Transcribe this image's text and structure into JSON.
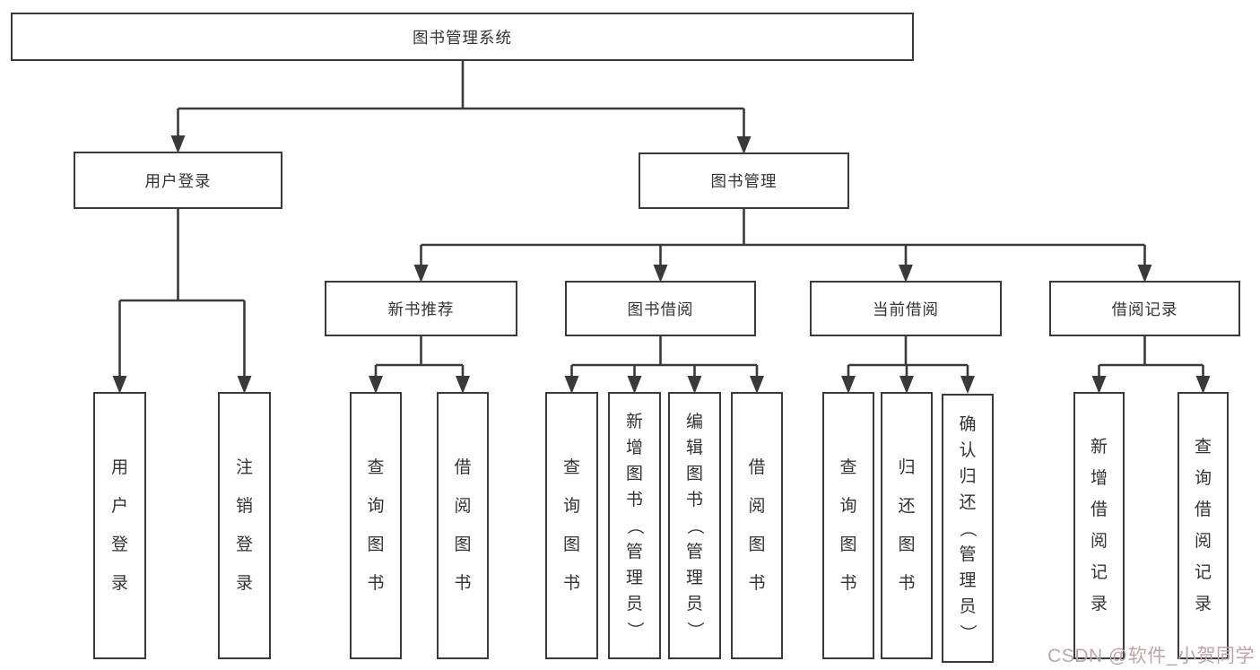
{
  "colors": {
    "line": "#3a3a3a",
    "node_text": "#333333",
    "node_bg": "#ffffff",
    "watermark": "#c0a4a4"
  },
  "watermark": {
    "text": "CSDN @软件_小贺同学"
  },
  "nodes": {
    "root": {
      "label": "图书管理系统"
    },
    "user_login": {
      "label": "用户登录"
    },
    "book_mgmt": {
      "label": "图书管理"
    },
    "new_book_rec": {
      "label": "新书推荐"
    },
    "book_borrow": {
      "label": "图书借阅"
    },
    "current_borrow": {
      "label": "当前借阅"
    },
    "borrow_records": {
      "label": "借阅记录"
    },
    "leaf_user_login": {
      "label": "用户登录"
    },
    "leaf_logout": {
      "label": "注销登录"
    },
    "leaf_newrec_query_books": {
      "label": "查询图书"
    },
    "leaf_newrec_borrow_books": {
      "label": "借阅图书"
    },
    "leaf_borrow_query_books": {
      "label": "查询图书"
    },
    "leaf_borrow_add_books": {
      "label": "新增图书（管理员）"
    },
    "leaf_borrow_edit_books": {
      "label": "编辑图书（管理员）"
    },
    "leaf_borrow_borrow_books": {
      "label": "借阅图书"
    },
    "leaf_current_query_books": {
      "label": "查询图书"
    },
    "leaf_current_return_books": {
      "label": "归还图书"
    },
    "leaf_current_confirm_return": {
      "label": "确认归还（管理员）"
    },
    "leaf_records_add": {
      "label": "新增借阅记录"
    },
    "leaf_records_query": {
      "label": "查询借阅记录"
    }
  },
  "edges": [
    {
      "from": "root",
      "to": "user_login"
    },
    {
      "from": "root",
      "to": "book_mgmt"
    },
    {
      "from": "user_login",
      "to": "leaf_user_login"
    },
    {
      "from": "user_login",
      "to": "leaf_logout"
    },
    {
      "from": "book_mgmt",
      "to": "new_book_rec"
    },
    {
      "from": "book_mgmt",
      "to": "book_borrow"
    },
    {
      "from": "book_mgmt",
      "to": "current_borrow"
    },
    {
      "from": "book_mgmt",
      "to": "borrow_records"
    },
    {
      "from": "new_book_rec",
      "to": "leaf_newrec_query_books"
    },
    {
      "from": "new_book_rec",
      "to": "leaf_newrec_borrow_books"
    },
    {
      "from": "book_borrow",
      "to": "leaf_borrow_query_books"
    },
    {
      "from": "book_borrow",
      "to": "leaf_borrow_add_books"
    },
    {
      "from": "book_borrow",
      "to": "leaf_borrow_edit_books"
    },
    {
      "from": "book_borrow",
      "to": "leaf_borrow_borrow_books"
    },
    {
      "from": "current_borrow",
      "to": "leaf_current_query_books"
    },
    {
      "from": "current_borrow",
      "to": "leaf_current_return_books"
    },
    {
      "from": "current_borrow",
      "to": "leaf_current_confirm_return"
    },
    {
      "from": "borrow_records",
      "to": "leaf_records_add"
    },
    {
      "from": "borrow_records",
      "to": "leaf_records_query"
    }
  ]
}
